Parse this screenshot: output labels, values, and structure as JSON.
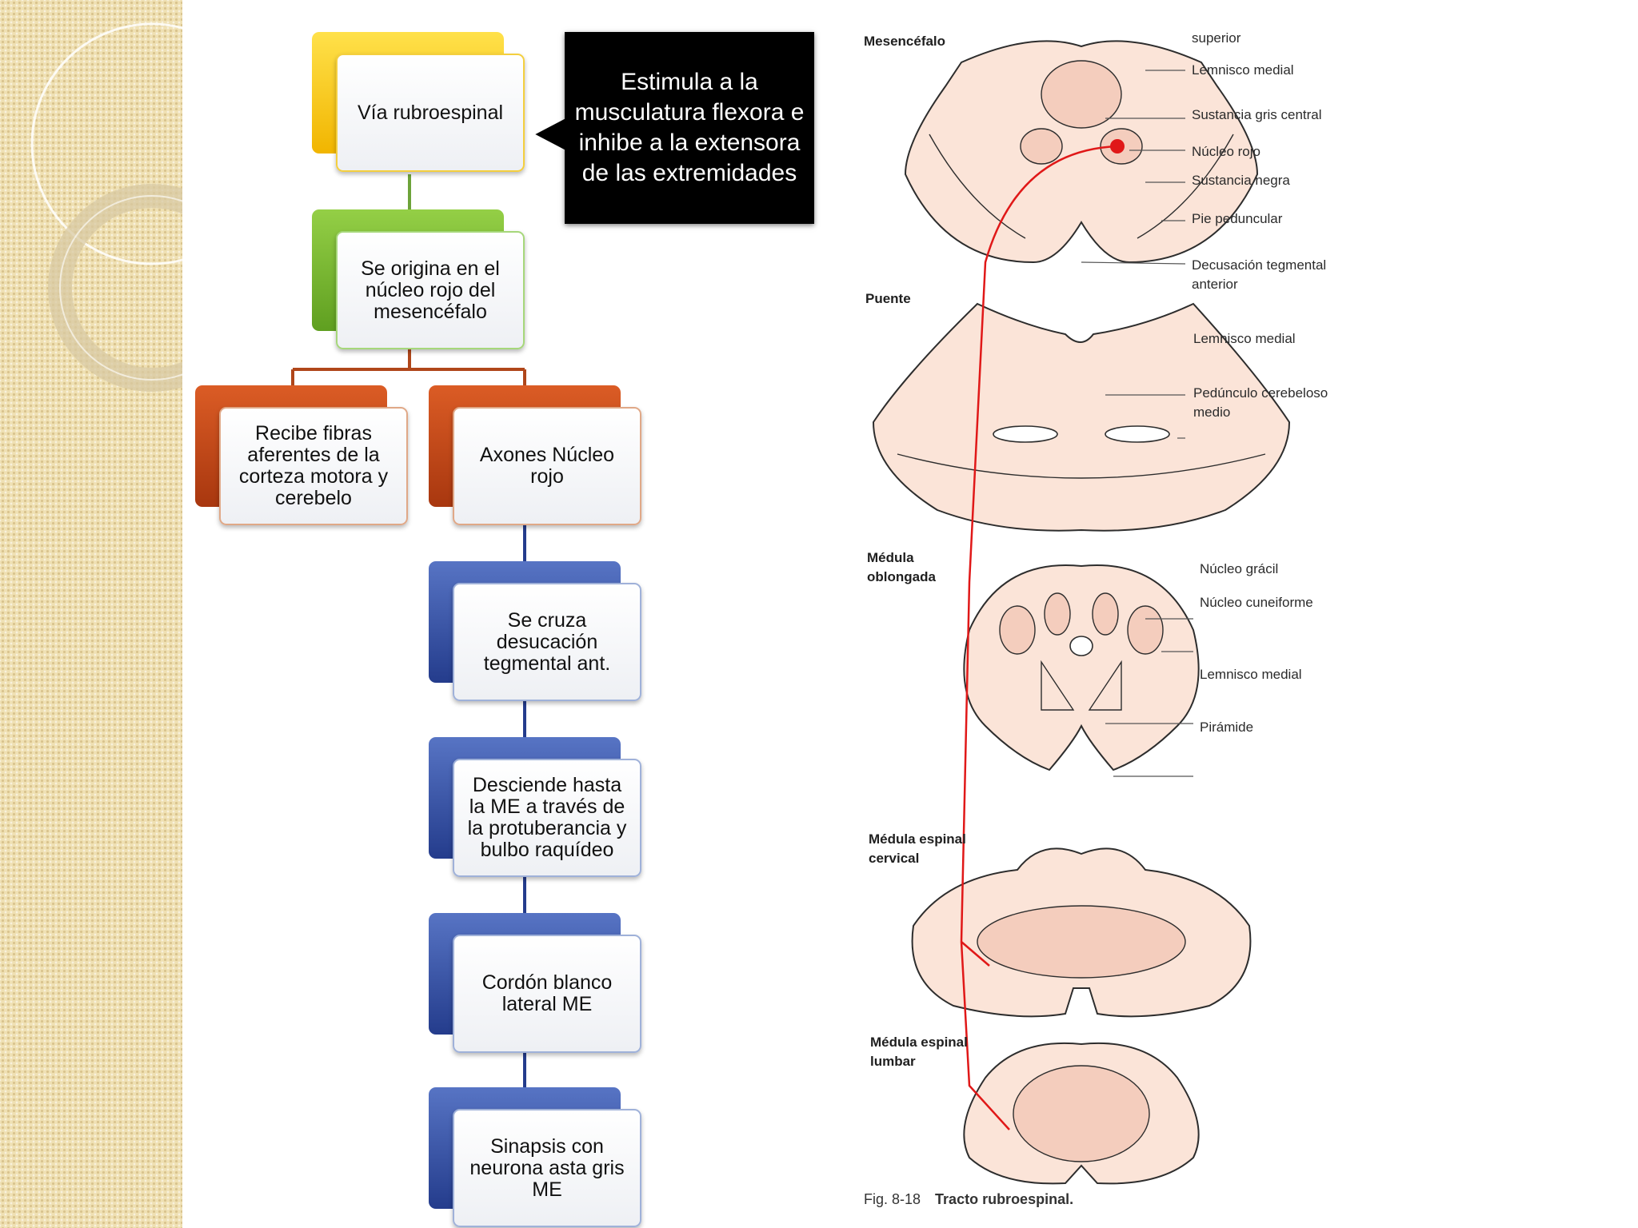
{
  "flowchart": {
    "root": "Vía rubroespinal",
    "origin": "Se origina en el núcleo rojo del mesencéfalo",
    "afferent": "Recibe fibras aferentes de la corteza motora y cerebelo",
    "axons": "Axones Núcleo rojo",
    "step1": "Se cruza desucación tegmental ant.",
    "step2": "Desciende hasta la ME a través de la protuberancia y bulbo raquídeo",
    "step3": "Cordón blanco lateral ME",
    "step4": "Sinapsis con neurona asta gris ME",
    "note": "Estimula a la musculatura flexora e inhibe a la extensora de las extremidades"
  },
  "figure": {
    "sections": {
      "mes": "Mesencéfalo",
      "puente": "Puente",
      "medula_obl": "Médula oblongada",
      "cervical": "Médula espinal cervical",
      "lumbar": "Médula espinal lumbar"
    },
    "labels": {
      "superior": "superior",
      "lemnisco1": "Lemnisco medial",
      "sust_gris": "Sustancia gris central",
      "nucleo_rojo": "Núcleo rojo",
      "sust_negra": "Sustancia negra",
      "pie": "Pie peduncular",
      "decusacion": "Decusación tegmental anterior",
      "lemnisco2": "Lemnisco medial",
      "pedunculo": "Pedúnculo cerebeloso medio",
      "gracil": "Núcleo grácil",
      "cuneiforme": "Núcleo cuneiforme",
      "lemnisco3": "Lemnisco medial",
      "piramide": "Pirámide"
    },
    "caption_num": "Fig. 8-18",
    "caption_title": "Tracto rubroespinal."
  },
  "colors": {
    "yellow": "#f1b500",
    "green": "#5f9f20",
    "orange": "#a8370f",
    "blue": "#243c8c",
    "tract": "#e01818",
    "tissue": "#fbe4d8"
  }
}
